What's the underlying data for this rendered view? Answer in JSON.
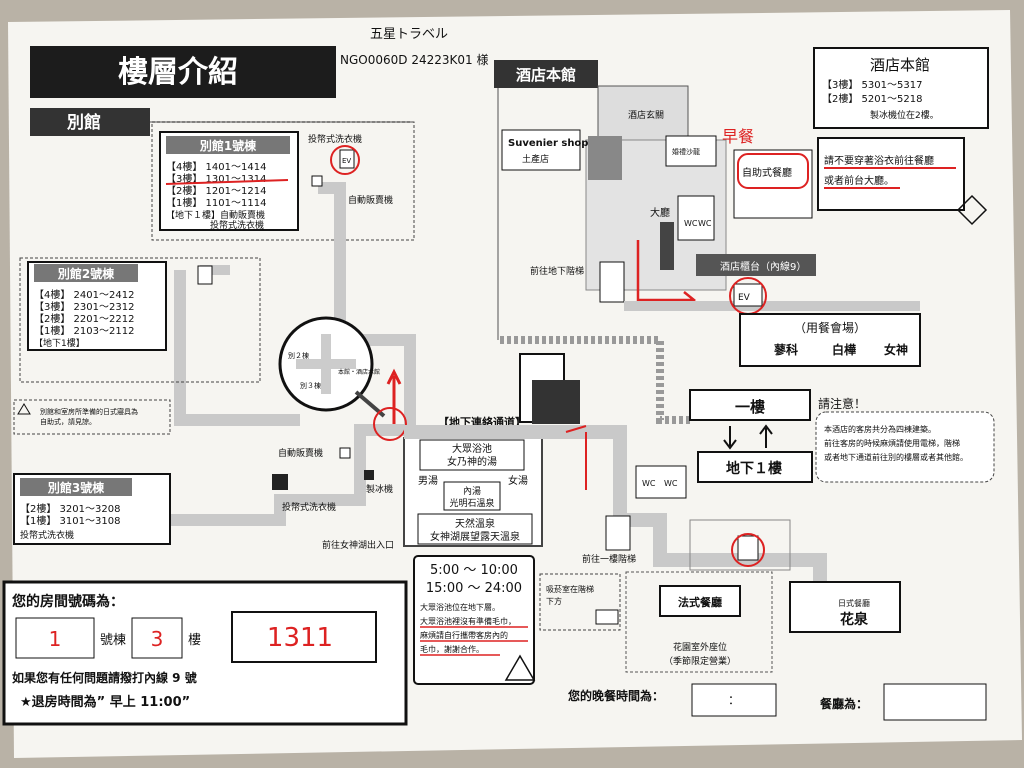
{
  "header": {
    "title": "樓層介紹",
    "handwritten_note_line1": "五星トラベル",
    "handwritten_note_line2": "NGO0060D 24223K01 様"
  },
  "annex": {
    "label": "別館",
    "bldg1": {
      "title": "別館1號棟",
      "rows": [
        "【4樓】 1401～1414",
        "【3樓】 1301～1314",
        "【2樓】 1201～1214",
        "【1樓】 1101～1114",
        "【地下１樓】自動販賣機",
        "投幣式洗衣機"
      ]
    },
    "bldg2": {
      "title": "別館2號棟",
      "rows": [
        "【4樓】 2401～2412",
        "【3樓】 2301～2312",
        "【2樓】 2201～2212",
        "【1樓】 2103～2112",
        "【地下1樓】"
      ]
    },
    "bldg3": {
      "title": "別館3號棟",
      "rows": [
        "【2樓】 3201～3208",
        "【1樓】 3101～3108",
        "投幣式洗衣機"
      ]
    },
    "notice": [
      "別館和室房所準備的日式寢具為",
      "自助式，請見諒。"
    ],
    "coin_laundry": "投幣式洗衣機",
    "vending_machine": "自動販賣機",
    "vending_machine_2": "自動販賣機",
    "coin_laundry_2": "投幣式洗衣機",
    "ice_machine": "製冰機",
    "lake_exit": "前往女神湖出入口",
    "compass": {
      "b2": "別２棟",
      "b3": "別３棟",
      "main": "本館・酒店本館"
    }
  },
  "main_building": {
    "label": "酒店本館",
    "info": {
      "title": "酒店本館",
      "rows": [
        "【3樓】 5301～5317",
        "【2樓】 5201～5218"
      ],
      "note": "製冰機位在2樓。"
    },
    "warning": [
      "請不要穿著浴衣前往餐廳",
      "或者前台大廳。"
    ],
    "souvenir": {
      "en": "Suvenier shop",
      "zh": "土產店"
    },
    "entrance": "酒店玄關",
    "sofa": "婚禮沙龍",
    "lobby": "大廳",
    "buffet": "自助式餐廳",
    "front_desk": "酒店櫃台（內線9）",
    "to_basement_stairs": "前往地下階梯",
    "wc": "WC",
    "ev": "EV",
    "handwritten_breakfast": "早餐",
    "dining": {
      "title": "（用餐會場）",
      "names": [
        "蓼科",
        "白樺",
        "女神"
      ]
    },
    "attention": "請注意！",
    "floor_1": "一樓",
    "floor_b1": "地下１樓",
    "attention_text": [
      "本酒店的客房共分為四棟建築。",
      "前往客房的時候麻煩請使用電梯，階梯",
      "或者地下通道前往別的樓層或者其他館。"
    ],
    "to_first_floor_stairs": "前往一樓階梯",
    "french": "法式餐廳",
    "japanese": {
      "sub": "日式餐廳",
      "name": "花泉"
    },
    "garden": [
      "花園室外座位",
      "（季節限定營業）"
    ],
    "smoking": [
      "吸菸室在階梯",
      "下方"
    ]
  },
  "passage": {
    "label": "【地下連絡通道】",
    "bath": {
      "line1": "大眾浴池",
      "line2": "女乃神的湯",
      "men": "男湯",
      "women": "女湯",
      "inner1": "內湯",
      "inner2": "光明石溫泉",
      "outdoor1": "天然溫泉",
      "outdoor2": "女神湖展望露天溫泉"
    }
  },
  "bath_hours": {
    "time1": "5:00 ～ 10:00",
    "time2": "15:00 ～ 24:00",
    "notes": [
      "大眾浴池位在地下層。",
      "大眾浴池裡沒有準備毛巾，",
      "麻煩請自行攜帶客房內的",
      "毛巾，謝謝合作。"
    ]
  },
  "room_info": {
    "label": "您的房間號碼為：",
    "bldg_value": "1",
    "bldg_label": "號棟",
    "floor_value": "3",
    "floor_label": "樓",
    "room_value": "1311",
    "line_contact": "如果您有任何問題請撥打內線 9 號",
    "checkout": "★退房時間為” 早上 11:00”",
    "dinner_time_label": "您的晚餐時間為：",
    "dinner_time_sep": "：",
    "dinner_place_label": "餐廳為："
  },
  "colors": {
    "ink": "#111111",
    "red_pen": "#d02020",
    "paper": "#f6f5f1",
    "grey_path": "#c9c9c9"
  }
}
